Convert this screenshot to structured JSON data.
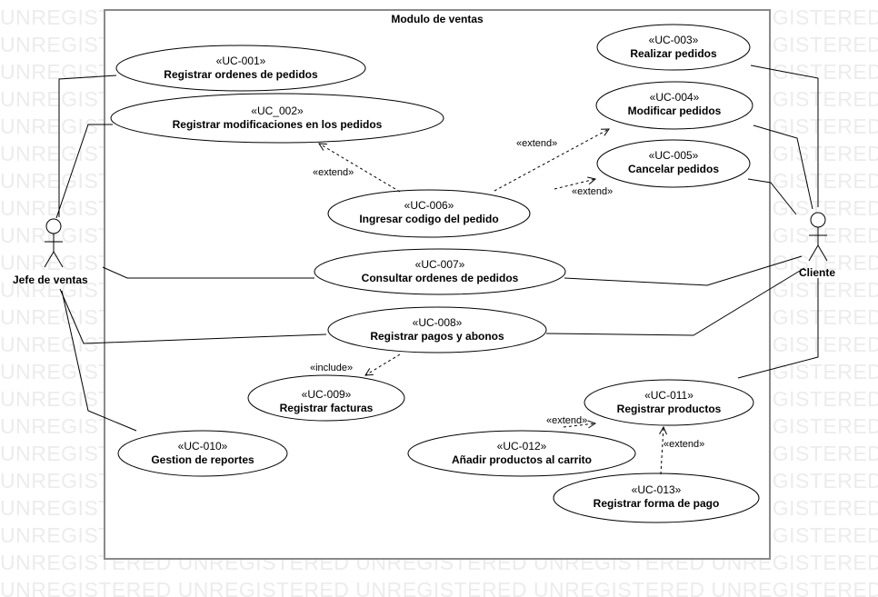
{
  "diagram": {
    "system_title": "Modulo de ventas",
    "watermark_text": "UNREGISTERED UNREGISTERED UNREGISTERED UNREGISTERED UNREGISTERED",
    "actors": {
      "jefe": "Jefe de ventas",
      "cliente": "Cliente"
    },
    "use_cases": {
      "uc001": {
        "stereo": "«UC-001»",
        "name": "Registrar ordenes de pedidos"
      },
      "uc002": {
        "stereo": "«UC_002»",
        "name": "Registrar modificaciones en los pedidos"
      },
      "uc003": {
        "stereo": "«UC-003»",
        "name": "Realizar pedidos"
      },
      "uc004": {
        "stereo": "«UC-004»",
        "name": "Modificar pedidos"
      },
      "uc005": {
        "stereo": "«UC-005»",
        "name": "Cancelar pedidos"
      },
      "uc006": {
        "stereo": "«UC-006»",
        "name": "Ingresar codigo del pedido"
      },
      "uc007": {
        "stereo": "«UC-007»",
        "name": "Consultar ordenes de pedidos"
      },
      "uc008": {
        "stereo": "«UC-008»",
        "name": "Registrar pagos y abonos"
      },
      "uc009": {
        "stereo": "«UC-009»",
        "name": "Registrar facturas"
      },
      "uc010": {
        "stereo": "«UC-010»",
        "name": "Gestion de reportes"
      },
      "uc011": {
        "stereo": "«UC-011»",
        "name": "Registrar productos"
      },
      "uc012": {
        "stereo": "«UC-012»",
        "name": "Añadir productos al carrito"
      },
      "uc013": {
        "stereo": "«UC-013»",
        "name": "Registrar forma de pago"
      }
    },
    "relations": {
      "extend_006_002": "«extend»",
      "extend_006_004": "«extend»",
      "extend_006_005": "«extend»",
      "include_008_009": "«include»",
      "extend_012_011": "«extend»",
      "extend_013_011": "«extend»"
    }
  }
}
